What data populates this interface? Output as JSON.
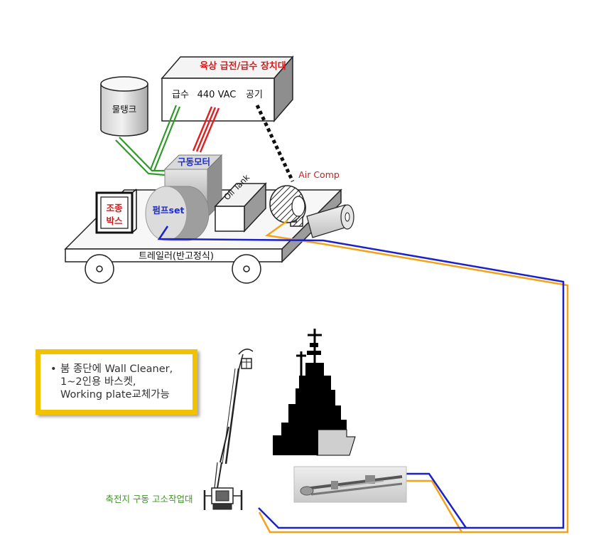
{
  "labels": {
    "supply_station": "육상 급전/급수 장치대",
    "water_supply": "급수",
    "power": "440 VAC",
    "air": "공기",
    "water_tank": "물탱크",
    "drive_motor": "구동모터",
    "oil_tank": "Oil Tank",
    "air_comp": "Air Comp",
    "control_box_line1": "조종",
    "control_box_line2": "박스",
    "pump": "펌프set",
    "trailer": "트레일러(반고정식)",
    "aerial_platform": "축전지 구동 고소작업대"
  },
  "note": {
    "bullet": "•",
    "line1": "붐 종단에 Wall Cleaner,",
    "line2": "1~2인용 바스켓,",
    "line3": "Working plate교체가능"
  },
  "colors": {
    "label_red": "#cc1f1f",
    "label_blue": "#1f2fd0",
    "label_green": "#3a9a1a",
    "line_blue": "#1a22c8",
    "line_orange": "#f4a21a",
    "line_green": "#2f9a2a",
    "line_red": "#e02020",
    "note_border": "#f2c100"
  }
}
